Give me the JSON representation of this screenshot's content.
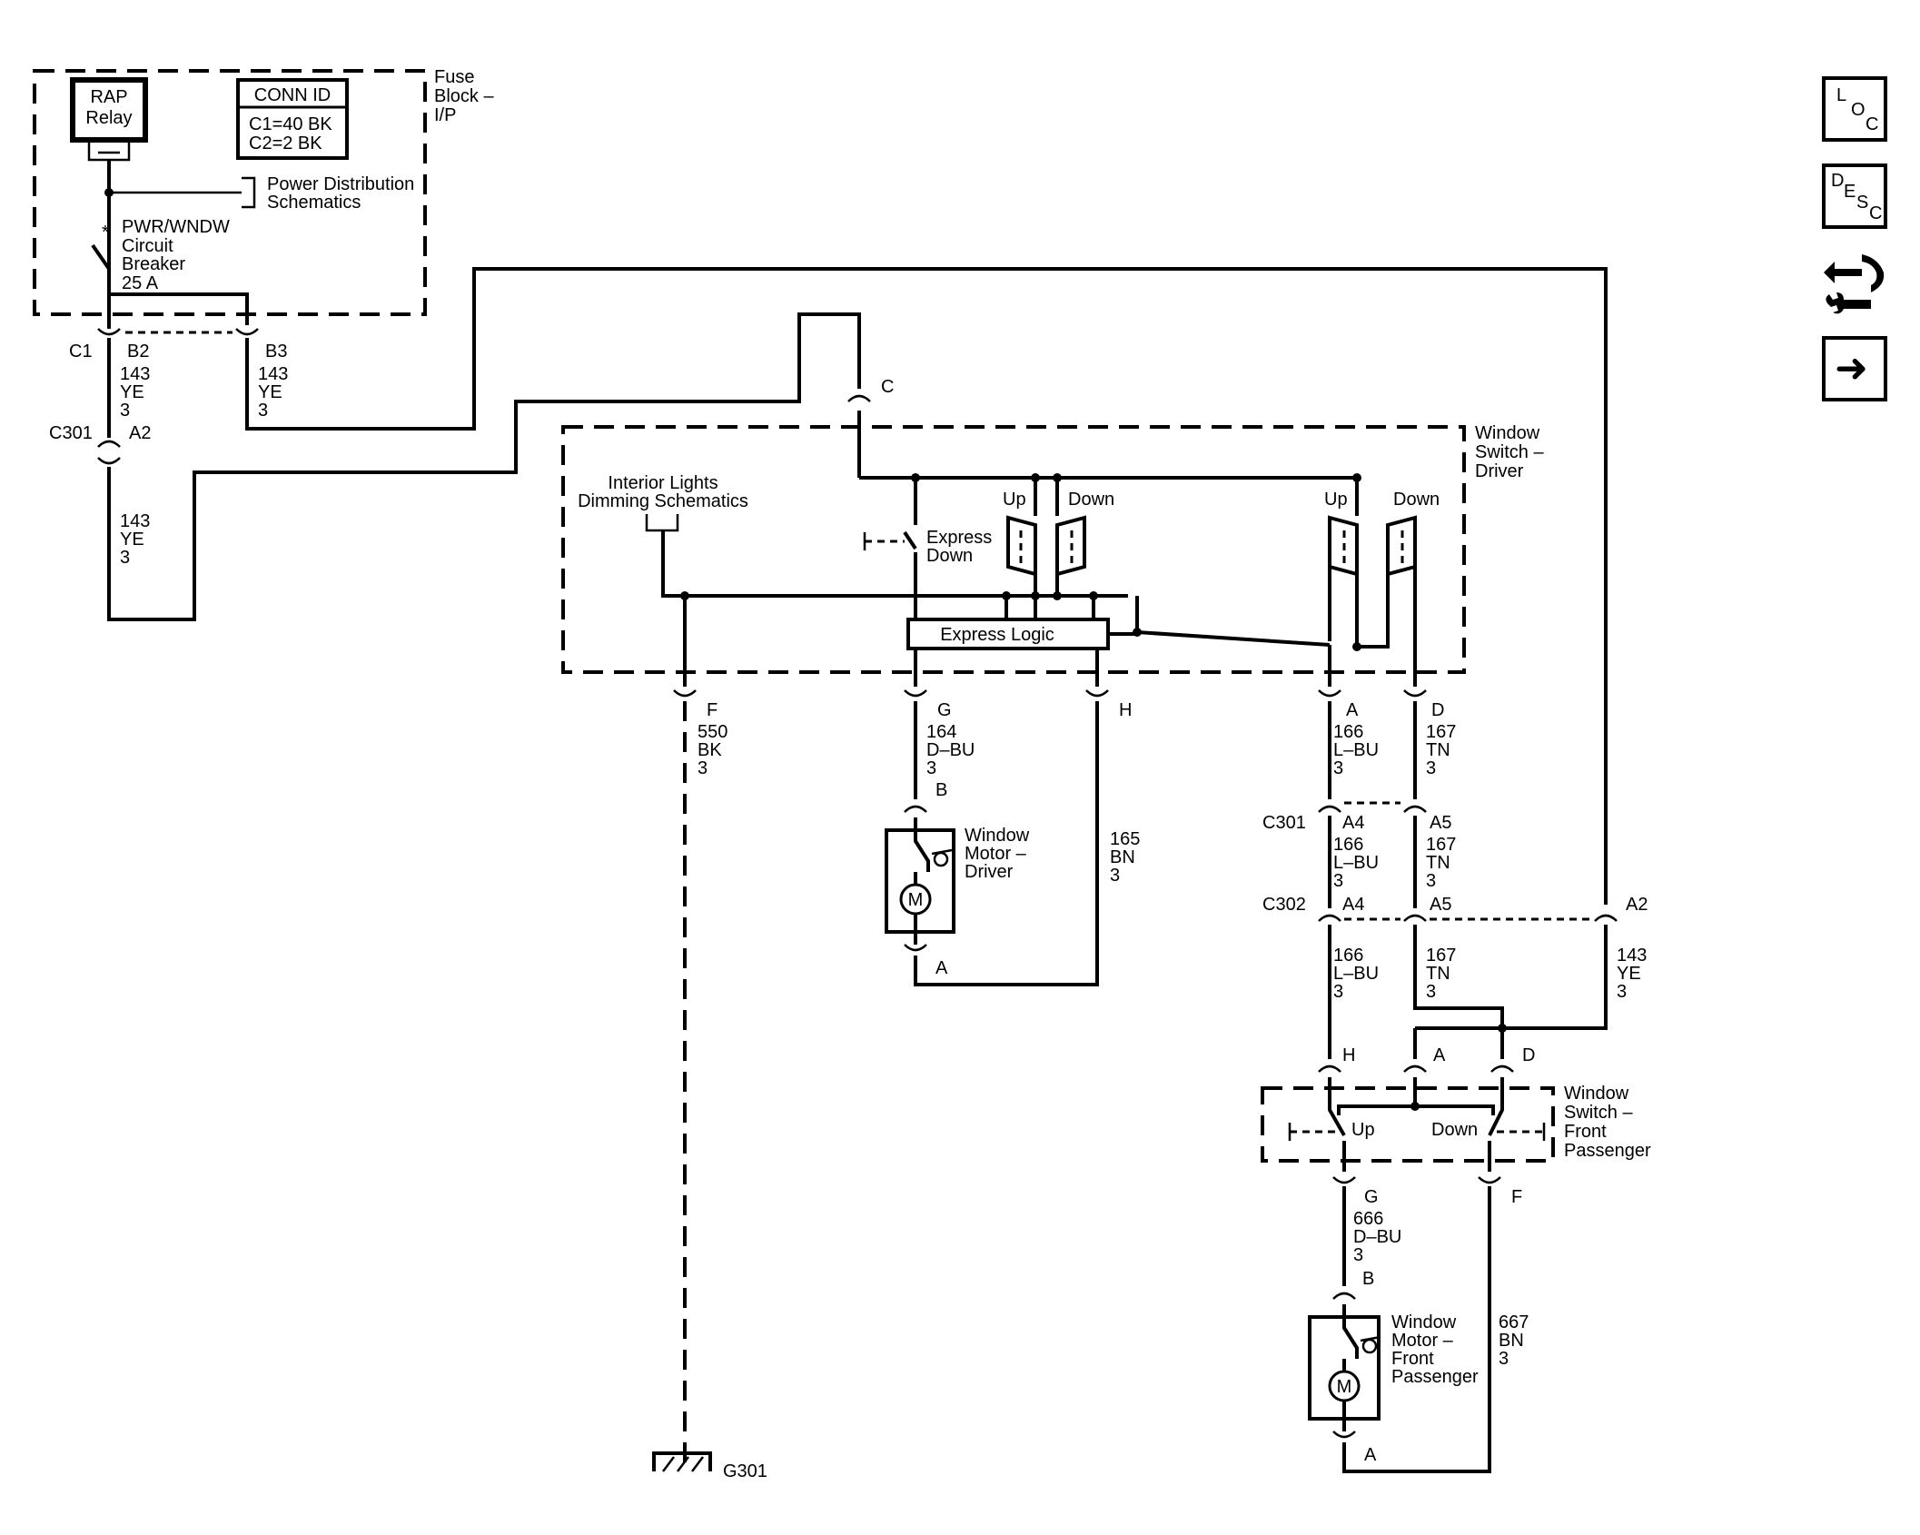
{
  "fuse_block": {
    "name": "Fuse Block – I/P",
    "relay": [
      "RAP",
      "Relay"
    ],
    "conn_id_title": "CONN ID",
    "conn_id_lines": [
      "C1=40 BK",
      "C2=2 BK"
    ],
    "power_dist": [
      "Power Distribution",
      "Schematics"
    ],
    "breaker": [
      "PWR/WNDW",
      "Circuit",
      "Breaker",
      "25 A"
    ],
    "breaker_mark": "*"
  },
  "connectors": {
    "c1": "C1",
    "b2": "B2",
    "b3": "B3",
    "c301": "C301",
    "a2": "A2",
    "c": "C",
    "f": "F",
    "g": "G",
    "h": "H",
    "a": "A",
    "d": "D",
    "b": "B",
    "a4": "A4",
    "a5": "A5",
    "c302": "C302"
  },
  "wires": {
    "w143_b2": [
      "143",
      "YE",
      "3"
    ],
    "w143_b3": [
      "143",
      "YE",
      "3"
    ],
    "w143_a2": [
      "143",
      "YE",
      "3"
    ],
    "w550": [
      "550",
      "BK",
      "3"
    ],
    "w164": [
      "164",
      "D–BU",
      "3"
    ],
    "w165": [
      "165",
      "BN",
      "3"
    ],
    "w166_a": [
      "166",
      "L–BU",
      "3"
    ],
    "w167_a": [
      "167",
      "TN",
      "3"
    ],
    "w166_b": [
      "166",
      "L–BU",
      "3"
    ],
    "w167_b": [
      "167",
      "TN",
      "3"
    ],
    "w166_c": [
      "166",
      "L–BU",
      "3"
    ],
    "w167_c": [
      "167",
      "TN",
      "3"
    ],
    "w143_c": [
      "143",
      "YE",
      "3"
    ],
    "w666": [
      "666",
      "D–BU",
      "3"
    ],
    "w667": [
      "667",
      "BN",
      "3"
    ]
  },
  "driver_switch": {
    "name": [
      "Window",
      "Switch –",
      "Driver"
    ],
    "interior_lights": [
      "Interior Lights",
      "Dimming Schematics"
    ],
    "express_down": [
      "Express",
      "Down"
    ],
    "express_logic": "Express Logic",
    "up": "Up",
    "down": "Down"
  },
  "motor_driver": {
    "name": [
      "Window",
      "Motor –",
      "Driver"
    ],
    "symbol": "M"
  },
  "passenger_switch": {
    "name": [
      "Window",
      "Switch –",
      "Front",
      "Passenger"
    ],
    "up": "Up",
    "down": "Down"
  },
  "motor_passenger": {
    "name": [
      "Window",
      "Motor –",
      "Front",
      "Passenger"
    ],
    "symbol": "M"
  },
  "ground": "G301",
  "nav": {
    "loc": [
      "L",
      "O",
      "C"
    ],
    "desc": [
      "D",
      "E",
      "S",
      "C"
    ],
    "next_arrow": "➜"
  }
}
